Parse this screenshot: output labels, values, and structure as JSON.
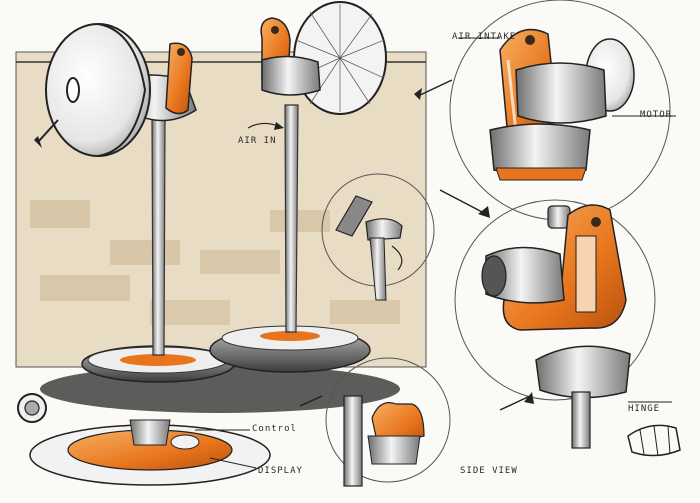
{
  "annotations": {
    "air_intake": "AIR INTAKE",
    "motor": "MOTOR",
    "air_in": "AIR IN",
    "control": "Control",
    "display": "DISPLAY",
    "side_view": "SIDE VIEW",
    "hinge": "HINGE"
  },
  "colors": {
    "accent_orange": "#e8751d",
    "backdrop_beige": "#e9dcc4",
    "ink": "#222222",
    "steel_grey": "#9b9b9b"
  }
}
